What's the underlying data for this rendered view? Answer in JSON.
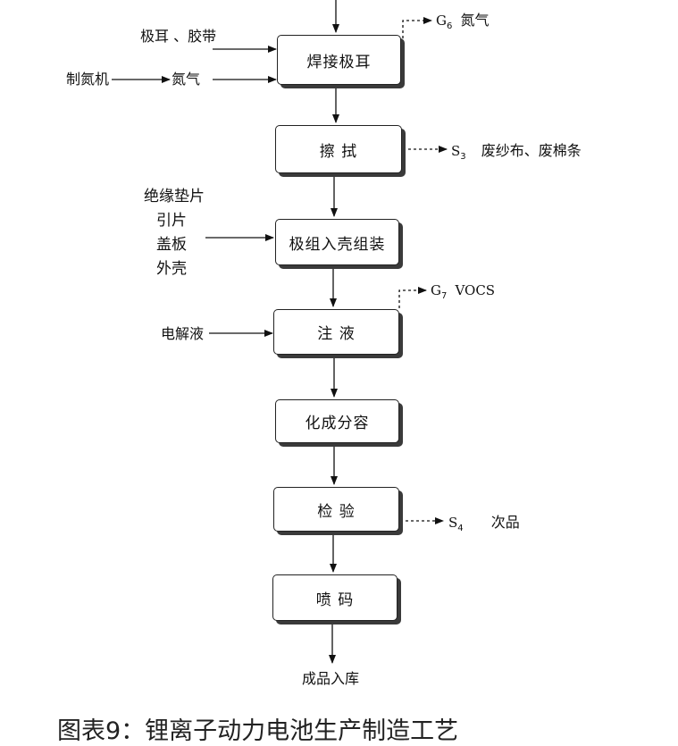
{
  "process_steps": {
    "weld": "焊接极耳",
    "wipe": "擦 拭",
    "assemble": "极组入壳组装",
    "inject": "注 液",
    "formation": "化成分容",
    "inspect": "检 验",
    "spray": "喷 码"
  },
  "inputs": {
    "tab_tape": "极耳 、胶带",
    "nitrogen_maker": "制氮机",
    "nitrogen": "氮气",
    "assembly_materials": [
      "绝缘垫片",
      "引片",
      "盖板",
      "外壳"
    ],
    "electrolyte": "电解液"
  },
  "outputs": {
    "g6_code": "G",
    "g6_sub": "6",
    "g6_label": "氮气",
    "s3_code": "S",
    "s3_sub": "3",
    "s3_label": "废纱布、废棉条",
    "g7_code": "G",
    "g7_sub": "7",
    "g7_label": "VOCS",
    "s4_code": "S",
    "s4_sub": "4",
    "s4_label": "次品"
  },
  "final": "成品入库",
  "caption": "图表9：锂离子动力电池生产制造工艺"
}
